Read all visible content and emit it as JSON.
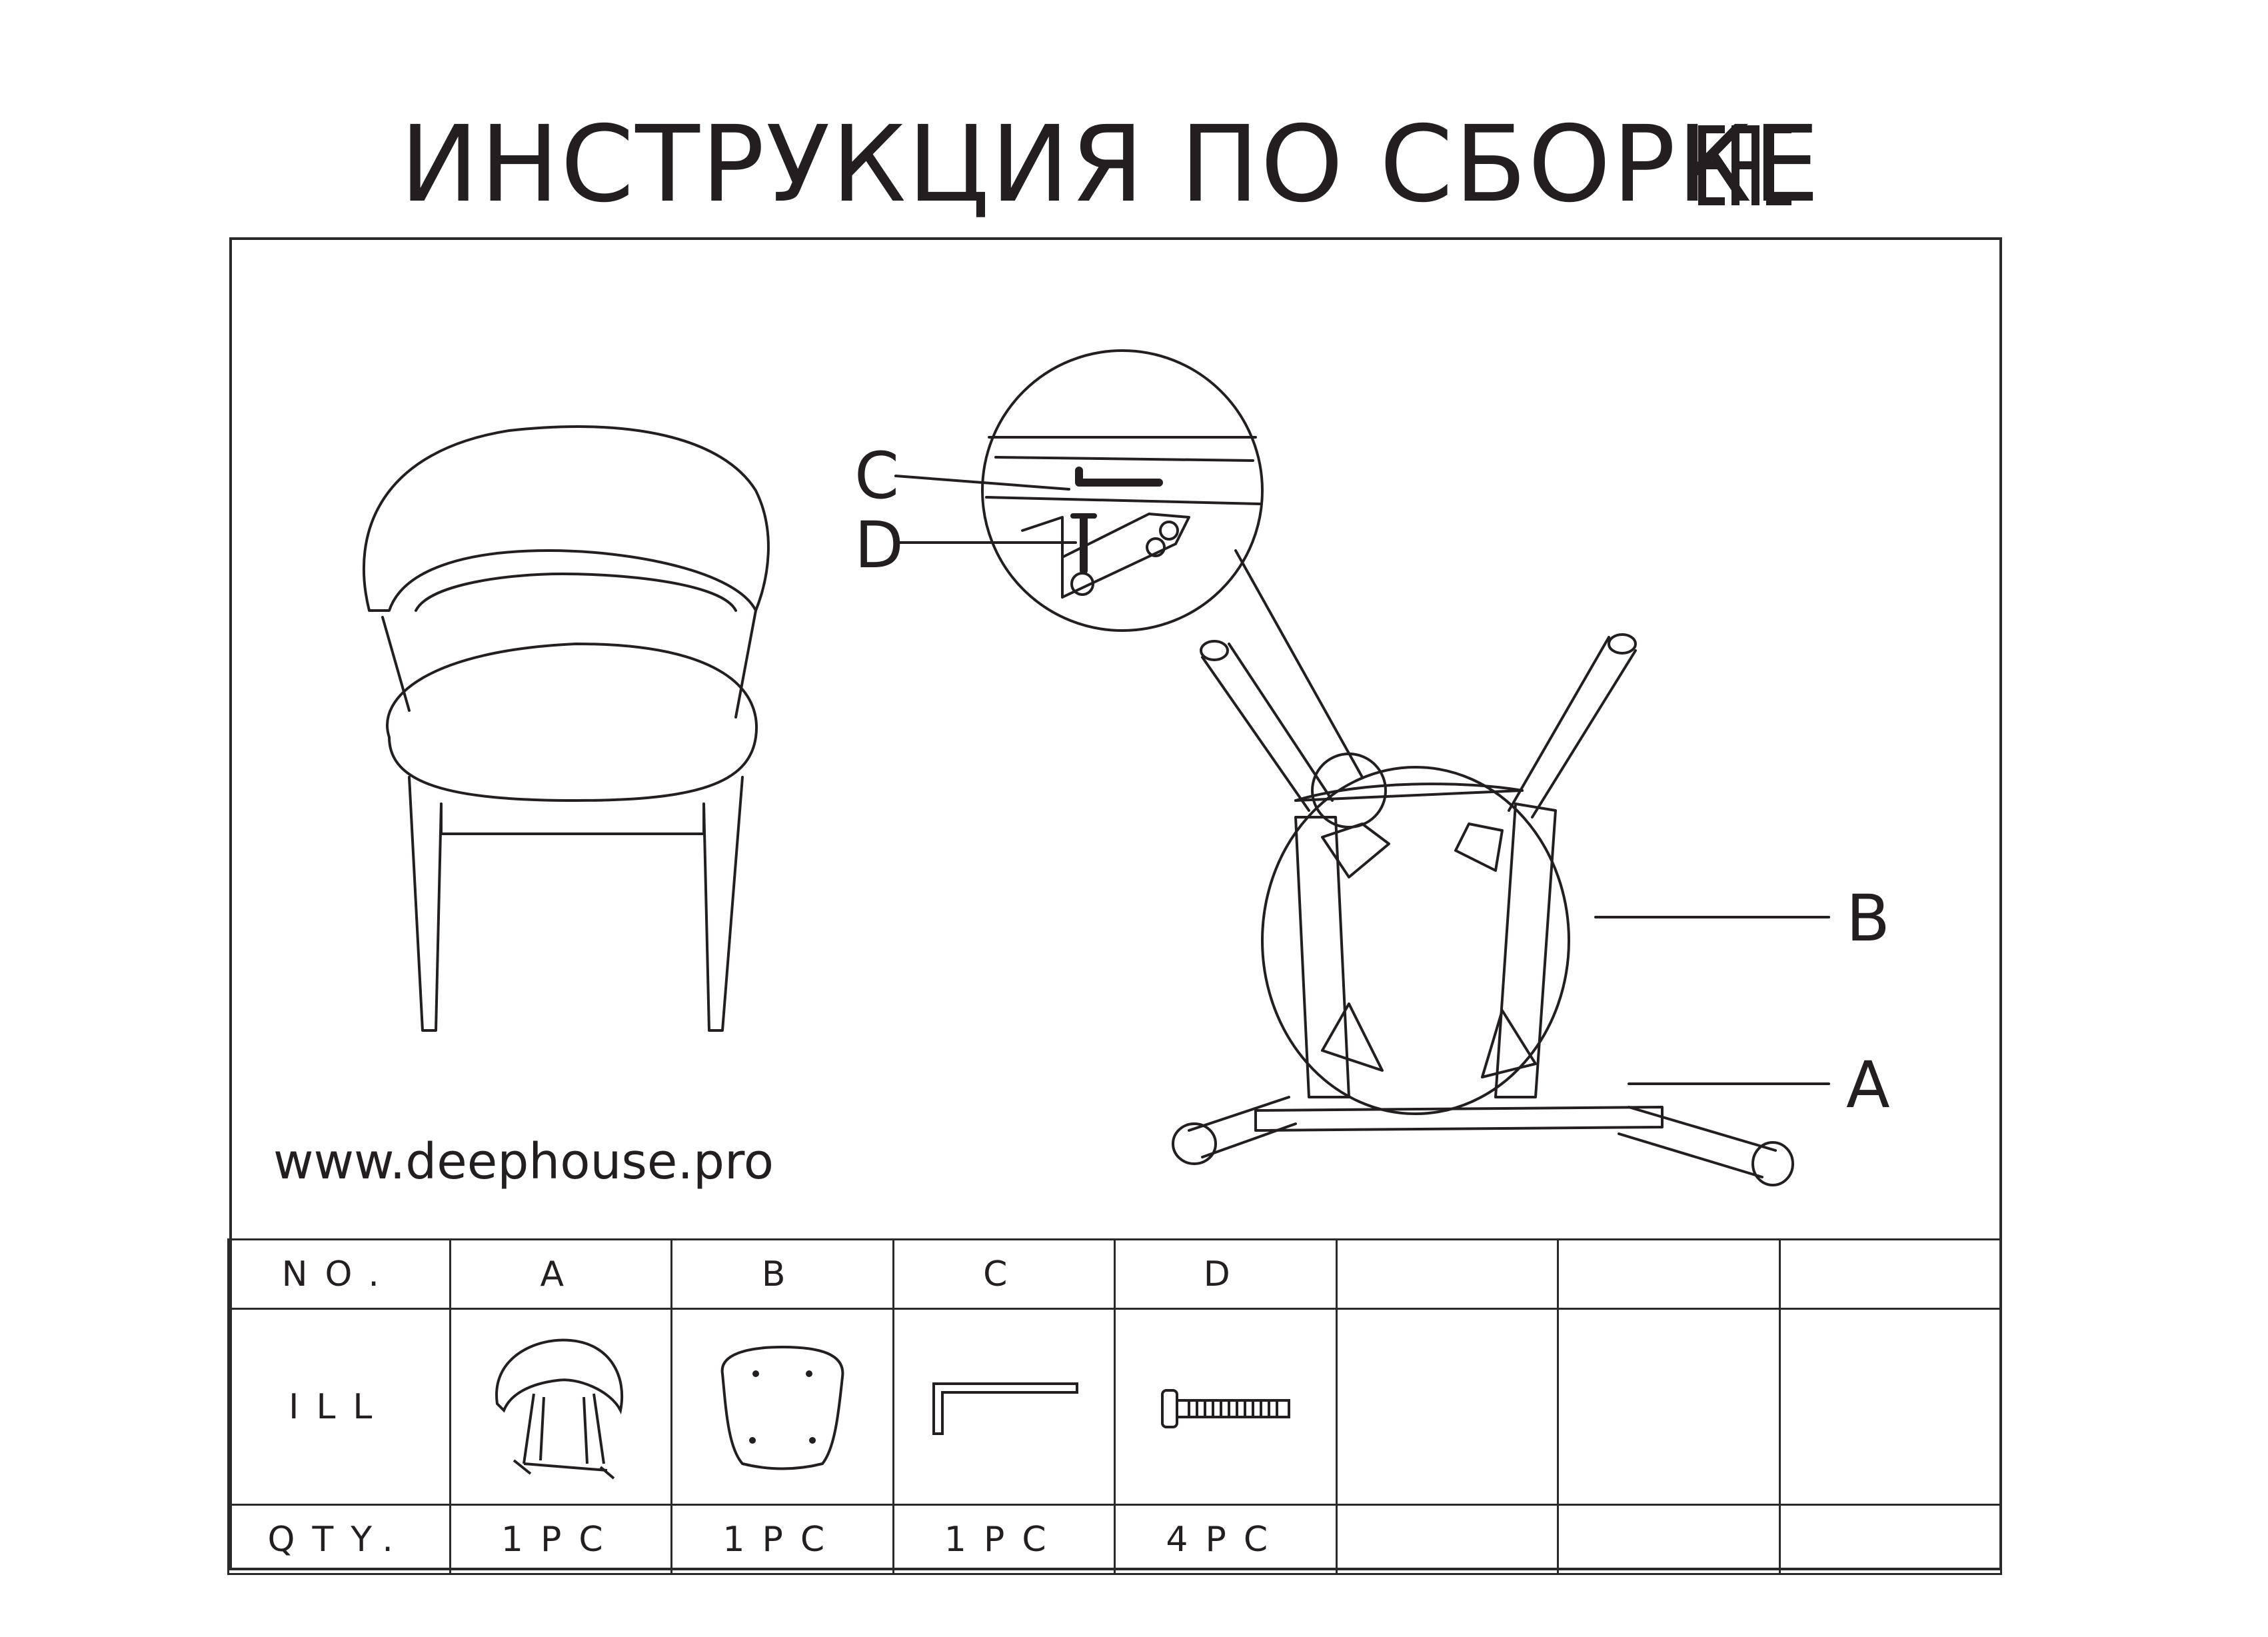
{
  "header": {
    "title": "ИНСТРУКЦИЯ ПО СБОРКЕ",
    "mark": "EAC"
  },
  "diagram": {
    "website": "www.deephouse.pro",
    "callouts": {
      "c": "C",
      "d": "D",
      "b": "B",
      "a": "A"
    }
  },
  "parts_table": {
    "row_labels": {
      "no": "NO.",
      "ill": "ILL",
      "qty": "QTY."
    },
    "columns": [
      {
        "id": "A",
        "qty": "1PC",
        "icon": "chair-frame-icon"
      },
      {
        "id": "B",
        "qty": "1PC",
        "icon": "seat-cushion-icon"
      },
      {
        "id": "C",
        "qty": "1PC",
        "icon": "allen-key-icon"
      },
      {
        "id": "D",
        "qty": "4PC",
        "icon": "bolt-icon"
      },
      {
        "id": "",
        "qty": ""
      },
      {
        "id": "",
        "qty": ""
      },
      {
        "id": "",
        "qty": ""
      }
    ]
  }
}
